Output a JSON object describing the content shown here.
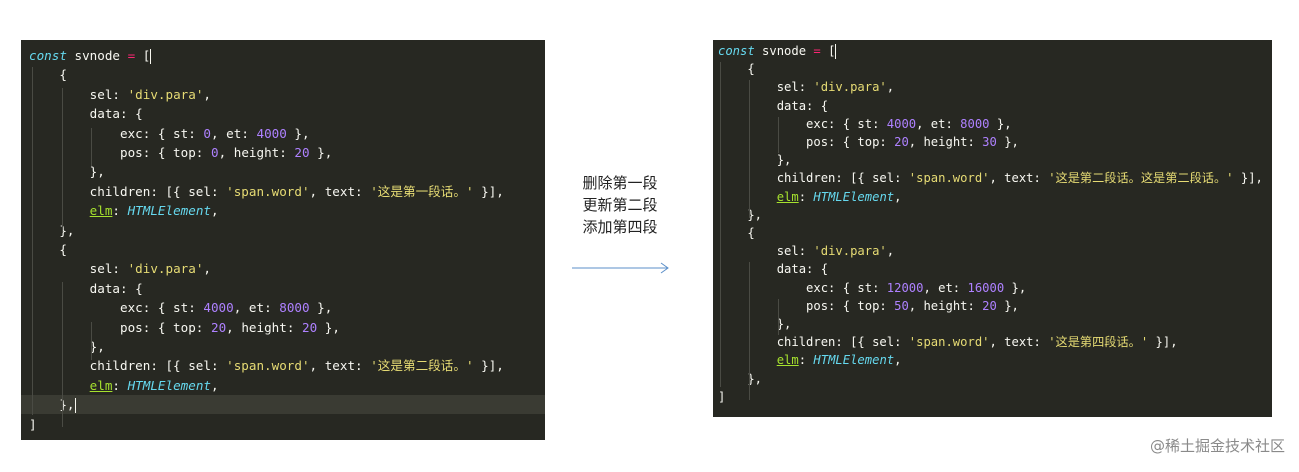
{
  "left_editor": {
    "lines": [
      [
        [
          "kw",
          "const"
        ],
        [
          "t",
          " svnode "
        ],
        [
          "op",
          "="
        ],
        [
          "t",
          " ["
        ]
      ],
      [
        [
          "t",
          "    {"
        ]
      ],
      [
        [
          "t",
          "        sel: "
        ],
        [
          "str",
          "'div.para'"
        ],
        [
          "t",
          ","
        ]
      ],
      [
        [
          "t",
          "        data: {"
        ]
      ],
      [
        [
          "t",
          "            exc: { st: "
        ],
        [
          "num",
          "0"
        ],
        [
          "t",
          ", et: "
        ],
        [
          "num",
          "4000"
        ],
        [
          "t",
          " },"
        ]
      ],
      [
        [
          "t",
          "            pos: { top: "
        ],
        [
          "num",
          "0"
        ],
        [
          "t",
          ", height: "
        ],
        [
          "num",
          "20"
        ],
        [
          "t",
          " },"
        ]
      ],
      [
        [
          "t",
          "        },"
        ]
      ],
      [
        [
          "t",
          "        children: [{ sel: "
        ],
        [
          "str",
          "'span.word'"
        ],
        [
          "t",
          ", text: "
        ],
        [
          "str",
          "'这是第一段话。'"
        ],
        [
          "t",
          " }],"
        ]
      ],
      [
        [
          "t",
          "        "
        ],
        [
          "elm",
          "elm"
        ],
        [
          "t",
          ": "
        ],
        [
          "typ",
          "HTMLElement"
        ],
        [
          "t",
          ","
        ]
      ],
      [
        [
          "t",
          "    },"
        ]
      ],
      [
        [
          "t",
          "    {"
        ]
      ],
      [
        [
          "t",
          "        sel: "
        ],
        [
          "str",
          "'div.para'"
        ],
        [
          "t",
          ","
        ]
      ],
      [
        [
          "t",
          "        data: {"
        ]
      ],
      [
        [
          "t",
          "            exc: { st: "
        ],
        [
          "num",
          "4000"
        ],
        [
          "t",
          ", et: "
        ],
        [
          "num",
          "8000"
        ],
        [
          "t",
          " },"
        ]
      ],
      [
        [
          "t",
          "            pos: { top: "
        ],
        [
          "num",
          "20"
        ],
        [
          "t",
          ", height: "
        ],
        [
          "num",
          "20"
        ],
        [
          "t",
          " },"
        ]
      ],
      [
        [
          "t",
          "        },"
        ]
      ],
      [
        [
          "t",
          "        children: [{ sel: "
        ],
        [
          "str",
          "'span.word'"
        ],
        [
          "t",
          ", text: "
        ],
        [
          "str",
          "'这是第二段话。'"
        ],
        [
          "t",
          " }],"
        ]
      ],
      [
        [
          "t",
          "        "
        ],
        [
          "elm",
          "elm"
        ],
        [
          "t",
          ": "
        ],
        [
          "typ",
          "HTMLElement"
        ],
        [
          "t",
          ","
        ]
      ],
      [
        [
          "t",
          "    },"
        ]
      ],
      [
        [
          "t",
          "]"
        ]
      ]
    ]
  },
  "right_editor": {
    "lines": [
      [
        [
          "kw",
          "const"
        ],
        [
          "t",
          " svnode "
        ],
        [
          "op",
          "="
        ],
        [
          "t",
          " ["
        ]
      ],
      [
        [
          "t",
          "    {"
        ]
      ],
      [
        [
          "t",
          "        sel: "
        ],
        [
          "str",
          "'div.para'"
        ],
        [
          "t",
          ","
        ]
      ],
      [
        [
          "t",
          "        data: {"
        ]
      ],
      [
        [
          "t",
          "            exc: { st: "
        ],
        [
          "num",
          "4000"
        ],
        [
          "t",
          ", et: "
        ],
        [
          "num",
          "8000"
        ],
        [
          "t",
          " },"
        ]
      ],
      [
        [
          "t",
          "            pos: { top: "
        ],
        [
          "num",
          "20"
        ],
        [
          "t",
          ", height: "
        ],
        [
          "num",
          "30"
        ],
        [
          "t",
          " },"
        ]
      ],
      [
        [
          "t",
          "        },"
        ]
      ],
      [
        [
          "t",
          "        children: [{ sel: "
        ],
        [
          "str",
          "'span.word'"
        ],
        [
          "t",
          ", text: "
        ],
        [
          "str",
          "'这是第二段话。这是第二段话。'"
        ],
        [
          "t",
          " }],"
        ]
      ],
      [
        [
          "t",
          "        "
        ],
        [
          "elm",
          "elm"
        ],
        [
          "t",
          ": "
        ],
        [
          "typ",
          "HTMLElement"
        ],
        [
          "t",
          ","
        ]
      ],
      [
        [
          "t",
          "    },"
        ]
      ],
      [
        [
          "t",
          "    {"
        ]
      ],
      [
        [
          "t",
          "        sel: "
        ],
        [
          "str",
          "'div.para'"
        ],
        [
          "t",
          ","
        ]
      ],
      [
        [
          "t",
          "        data: {"
        ]
      ],
      [
        [
          "t",
          "            exc: { st: "
        ],
        [
          "num",
          "12000"
        ],
        [
          "t",
          ", et: "
        ],
        [
          "num",
          "16000"
        ],
        [
          "t",
          " },"
        ]
      ],
      [
        [
          "t",
          "            pos: { top: "
        ],
        [
          "num",
          "50"
        ],
        [
          "t",
          ", height: "
        ],
        [
          "num",
          "20"
        ],
        [
          "t",
          " },"
        ]
      ],
      [
        [
          "t",
          "        },"
        ]
      ],
      [
        [
          "t",
          "        children: [{ sel: "
        ],
        [
          "str",
          "'span.word'"
        ],
        [
          "t",
          ", text: "
        ],
        [
          "str",
          "'这是第四段话。'"
        ],
        [
          "t",
          " }],"
        ]
      ],
      [
        [
          "t",
          "        "
        ],
        [
          "elm",
          "elm"
        ],
        [
          "t",
          ": "
        ],
        [
          "typ",
          "HTMLElement"
        ],
        [
          "t",
          ","
        ]
      ],
      [
        [
          "t",
          "    },"
        ]
      ],
      [
        [
          "t",
          "]"
        ]
      ]
    ]
  },
  "middle": {
    "label1": "删除第一段",
    "label2": "更新第二段",
    "label3": "添加第四段"
  },
  "watermark": "@稀土掘金技术社区",
  "colors": {
    "editor_bg": "#272822",
    "keyword": "#66d9ef",
    "string": "#e6db74",
    "number": "#ae81ff",
    "operator": "#f92672",
    "property": "#a6e22e"
  }
}
